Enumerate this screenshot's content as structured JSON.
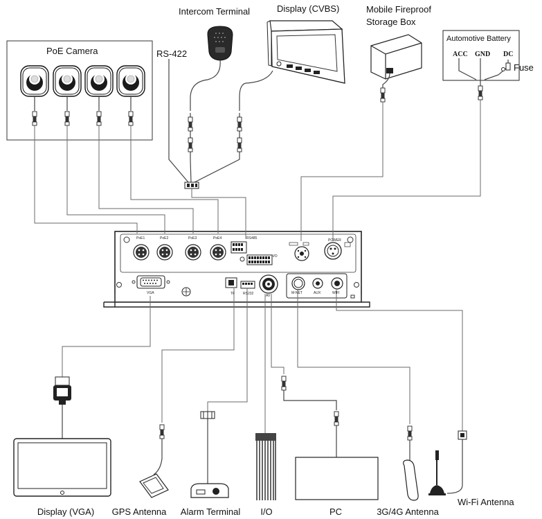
{
  "labels": {
    "poe_camera": "PoE Camera",
    "rs422": "RS-422",
    "intercom_terminal": "Intercom Terminal",
    "display_cvbs": "Display (CVBS)",
    "mobile_fireproof_line1": "Mobile Fireproof",
    "mobile_fireproof_line2": "Storage Box",
    "automotive_battery": "Automotive Battery",
    "acc": "ACC",
    "gnd": "GND",
    "dc": "DC",
    "fuse": "Fuse",
    "display_vga": "Display (VGA)",
    "gps_antenna": "GPS Antenna",
    "alarm_terminal": "Alarm Terminal",
    "io": "I/O",
    "pc": "PC",
    "antenna_3g4g": "3G/4G Antenna",
    "wifi_antenna": "Wi-Fi Antenna"
  },
  "device_ports": {
    "poe1": "PoE1",
    "poe2": "PoE2",
    "poe3": "PoE3",
    "poe4": "PoE4",
    "rs485": "RS485",
    "io": "I/O",
    "power": "POWER",
    "vga": "VGA",
    "tf": "TF",
    "rs232": "RS232",
    "av": "AV",
    "mnet": "M-NET",
    "aux": "AUX",
    "wifi": "WIFI"
  }
}
